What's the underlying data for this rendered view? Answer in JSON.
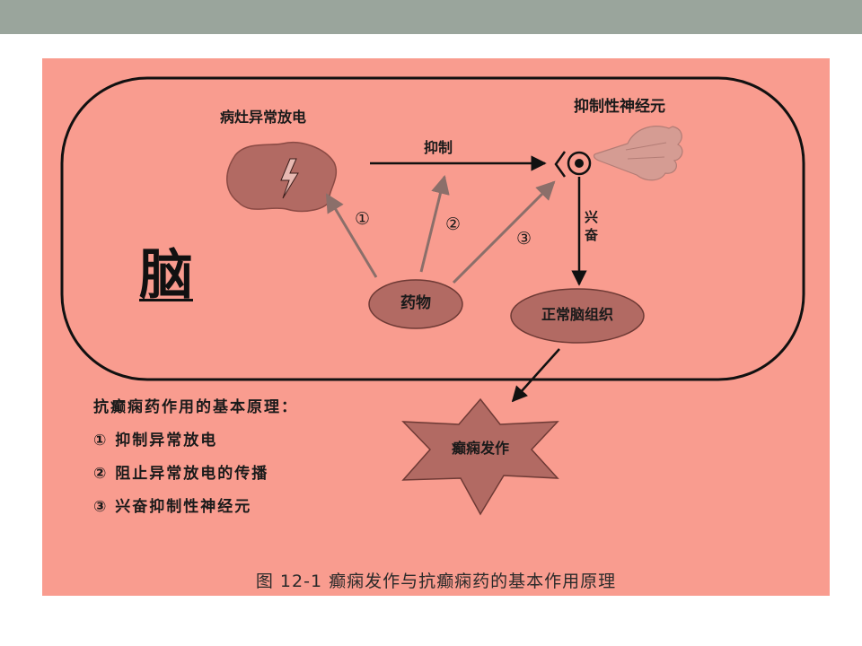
{
  "labels": {
    "focus": "病灶异常放电",
    "inhibit": "抑制",
    "inhibitory_neuron": "抑制性神经元",
    "excite_1": "兴",
    "excite_2": "奋",
    "brain": "脑",
    "drug": "药物",
    "normal_tissue": "正常脑组织",
    "seizure": "癫痫发作",
    "num1": "①",
    "num2": "②",
    "num3": "③"
  },
  "principles": {
    "title": "抗癫痫药作用的基本原理：",
    "items": [
      "① 抑制异常放电",
      "② 阻止异常放电的传播",
      "③ 兴奋抑制性神经元"
    ]
  },
  "caption": "图 12-1  癫痫发作与抗癫痫药的基本作用原理",
  "colors": {
    "background": "#f99c8f",
    "oval_fill": "#b26a63",
    "arrow_gray": "#8b6f6a",
    "arrow_black": "#111111",
    "hand": "#d59c93"
  },
  "icons": [
    "lightning-icon",
    "pointing-hand-icon",
    "synapse-icon",
    "star-burst"
  ]
}
